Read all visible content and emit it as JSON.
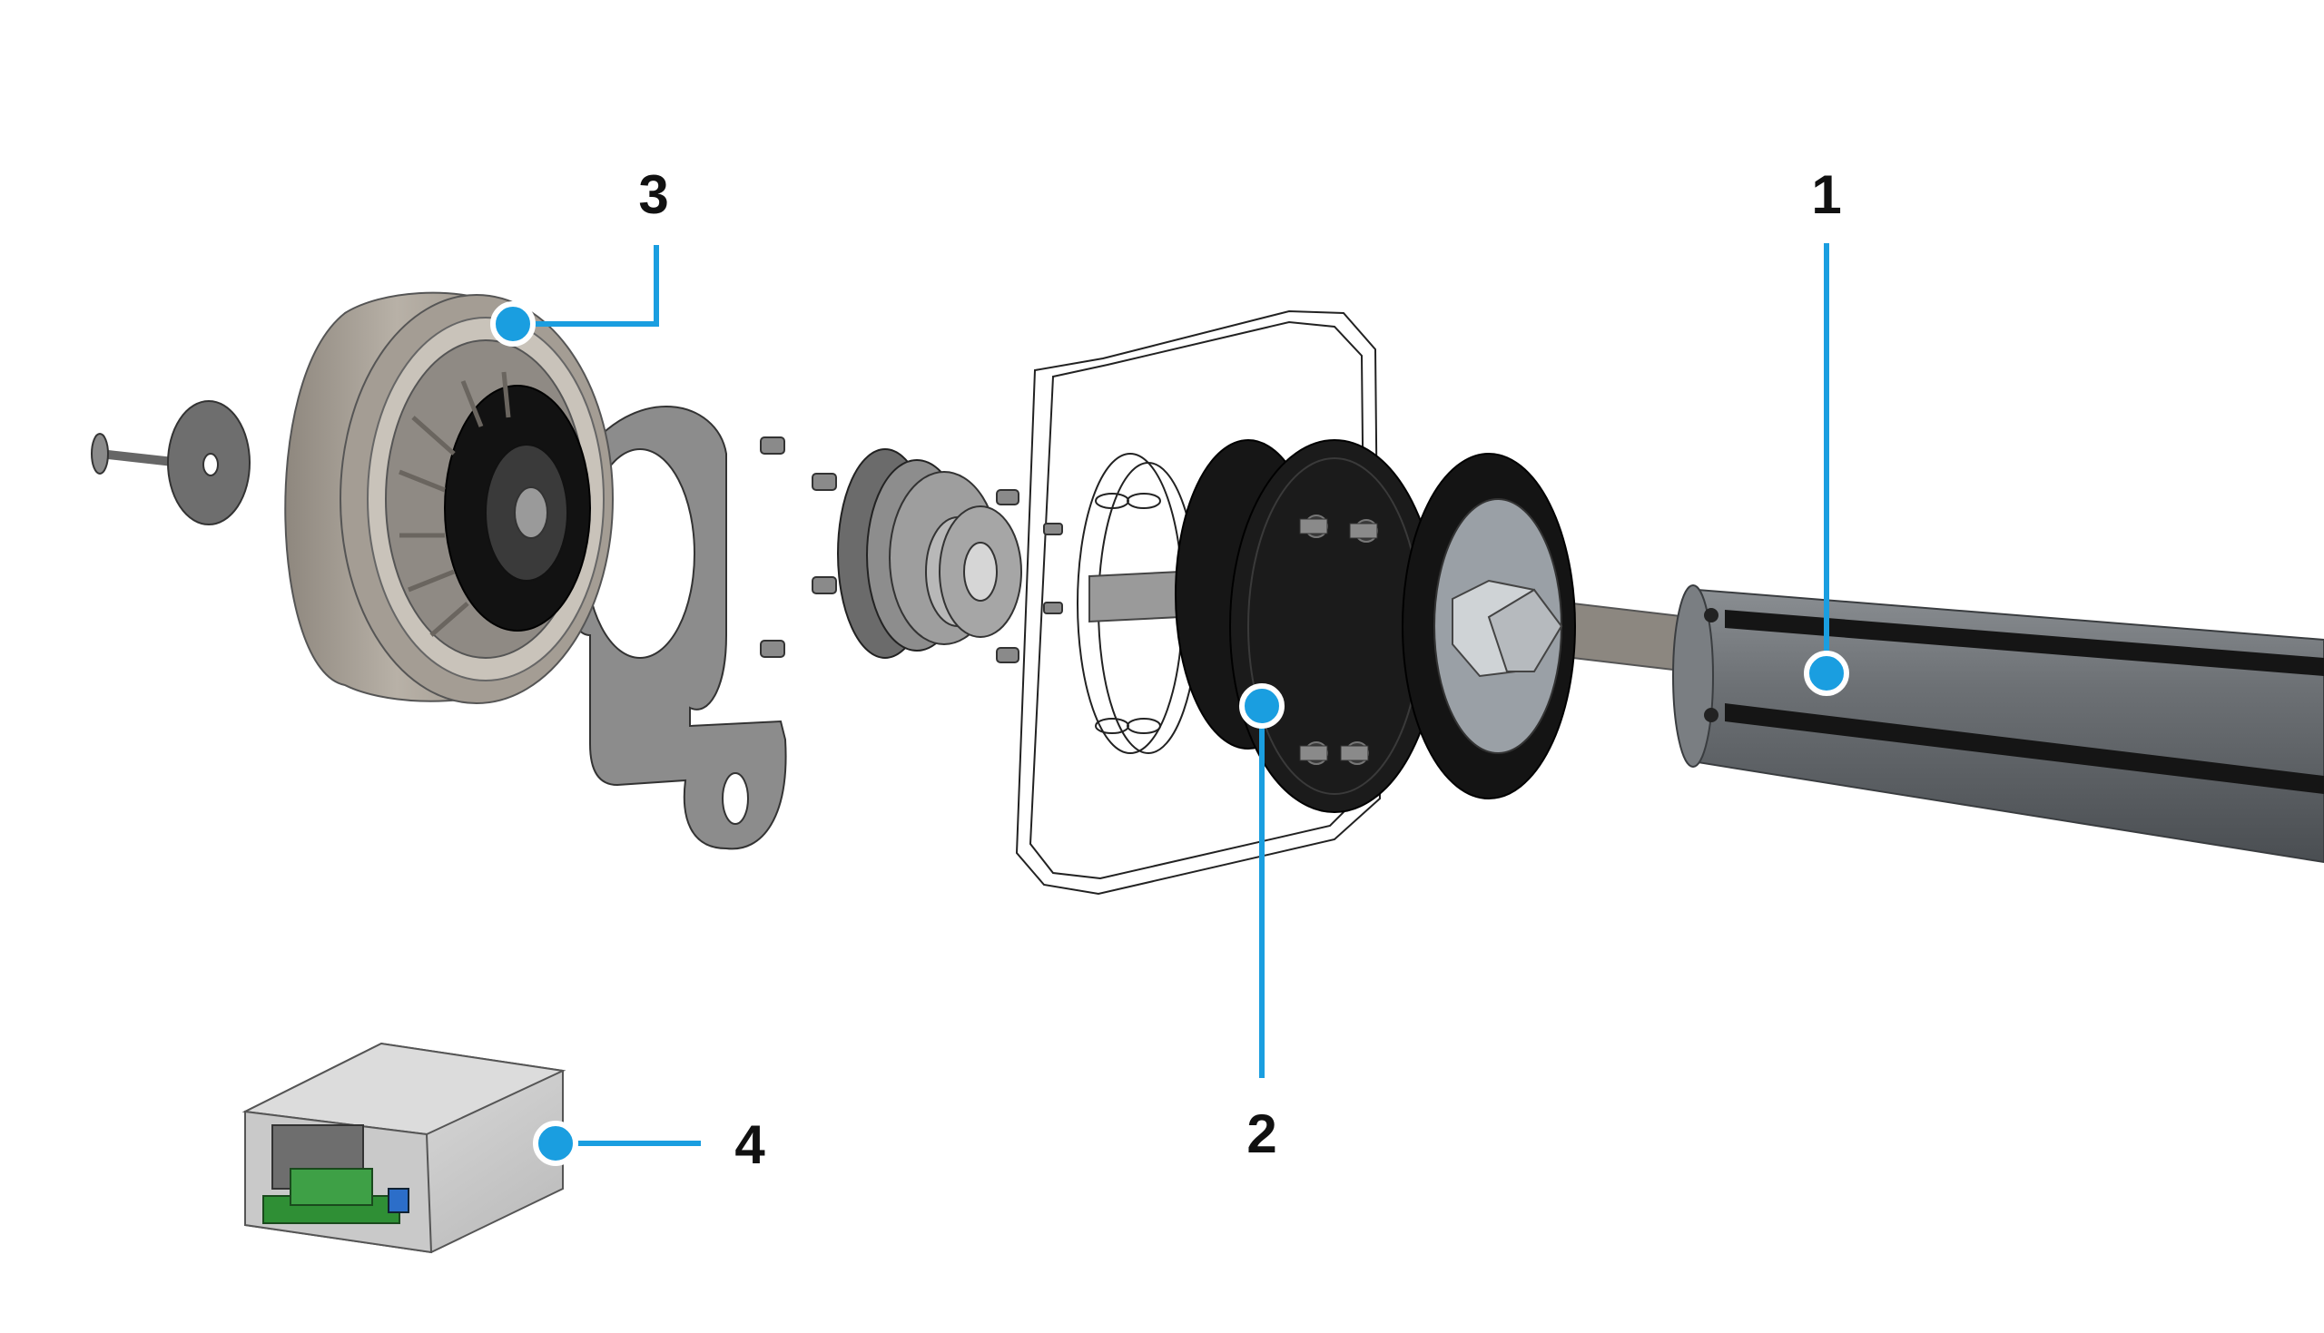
{
  "colors": {
    "accent": "#1a9ee0",
    "label_text": "#111111",
    "tube": "#5c6064",
    "black_part": "#101010",
    "motor_housing": "#a9a299"
  },
  "callouts": [
    {
      "id": "1",
      "label": "1"
    },
    {
      "id": "2",
      "label": "2"
    },
    {
      "id": "3",
      "label": "3"
    },
    {
      "id": "4",
      "label": "4"
    }
  ]
}
